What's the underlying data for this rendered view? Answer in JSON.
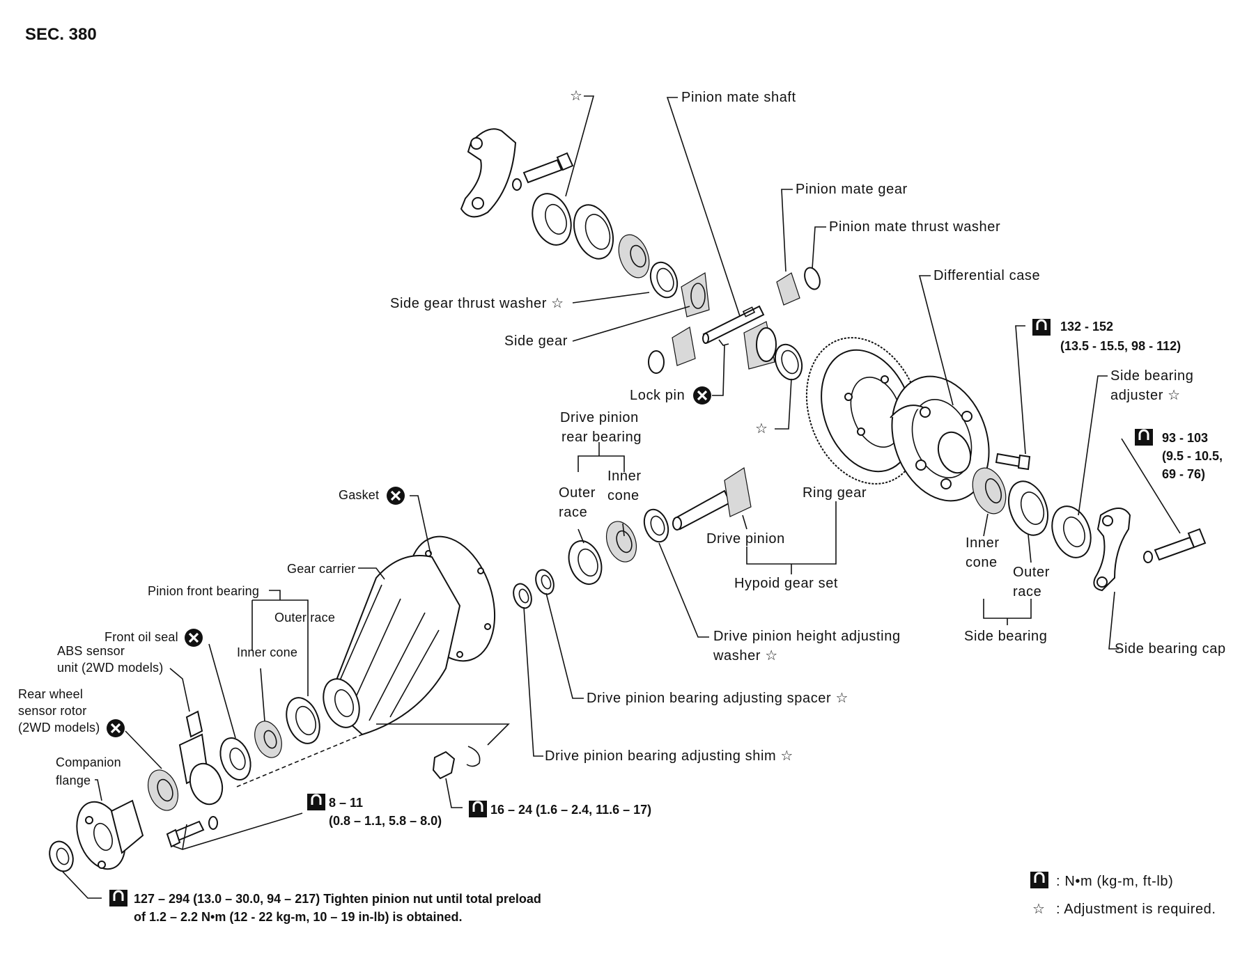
{
  "title": "SEC. 380",
  "labels": {
    "star_top": "☆",
    "pinion_mate_shaft": "Pinion mate shaft",
    "pinion_mate_gear": "Pinion mate gear",
    "pinion_mate_thrust_washer": "Pinion mate thrust washer",
    "differential_case": "Differential case",
    "side_gear_thrust_washer": "Side gear thrust washer ☆",
    "side_gear": "Side gear",
    "lock_pin": "Lock pin",
    "star_mid": "☆",
    "torque_side_cap": [
      "132 - 152",
      "(13.5 - 15.5, 98 - 112)"
    ],
    "side_bearing_adjuster": [
      "Side bearing",
      "adjuster ☆"
    ],
    "torque_side_cap_bolt": [
      "93 - 103",
      "(9.5 - 10.5,",
      "69 - 76)"
    ],
    "drive_pinion_rear_bearing": [
      "Drive pinion",
      "rear bearing"
    ],
    "outer_race_rear": [
      "Outer",
      "race"
    ],
    "inner_cone_rear": [
      "Inner",
      "cone"
    ],
    "ring_gear": "Ring gear",
    "drive_pinion": "Drive pinion",
    "hypoid_gear_set": "Hypoid gear set",
    "inner_cone_side": [
      "Inner",
      "cone"
    ],
    "outer_race_side": [
      "Outer",
      "race"
    ],
    "side_bearing": "Side bearing",
    "side_bearing_cap": "Side bearing cap",
    "gasket": "Gasket",
    "gear_carrier": "Gear carrier",
    "pinion_front_bearing": "Pinion front bearing",
    "outer_race_front": "Outer race",
    "inner_cone_front": "Inner cone",
    "front_oil_seal": "Front oil seal",
    "abs_sensor": [
      "ABS sensor",
      "unit (2WD models)"
    ],
    "rear_wheel_sensor_rotor": [
      "Rear wheel",
      "sensor rotor",
      "(2WD models)"
    ],
    "companion_flange": [
      "Companion",
      "flange"
    ],
    "drive_pinion_height_adjusting_washer": [
      "Drive pinion height adjusting",
      "washer ☆"
    ],
    "drive_pinion_bearing_adjusting_spacer": "Drive pinion bearing adjusting spacer ☆",
    "drive_pinion_bearing_adjusting_shim": "Drive pinion bearing adjusting shim ☆",
    "torque_carrier_bolts": [
      "8 – 11",
      "(0.8 – 1.1, 5.8 – 8.0)"
    ],
    "torque_nut": "16 – 24 (1.6 – 2.4, 11.6 – 17)",
    "torque_pinion_nut": [
      "127 – 294 (13.0 – 30.0, 94 – 217) Tighten pinion nut until total preload",
      "of 1.2 – 2.2 N•m (12 - 22 kg-m, 10 – 19 in-lb) is obtained."
    ]
  },
  "legend": {
    "torque": ": N•m (kg-m, ft-lb)",
    "star": "☆",
    "adjustment": ": Adjustment is required."
  },
  "icons": {
    "torque_symbol": "torque-wrench-icon",
    "replace_symbol": "replace-x-icon"
  }
}
